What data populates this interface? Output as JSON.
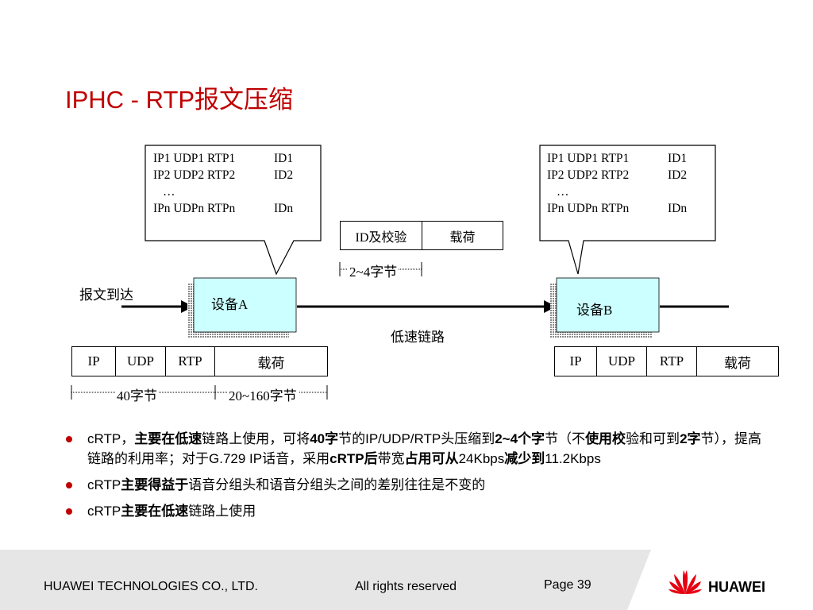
{
  "slide": {
    "title": "IPHC - RTP报文压缩"
  },
  "diagram": {
    "callout_a": {
      "rows": [
        {
          "flow": "IP1 UDP1 RTP1",
          "id": "ID1"
        },
        {
          "flow": "IP2 UDP2 RTP2",
          "id": "ID2"
        },
        {
          "flow": "IPn UDPn RTPn",
          "id": "IDn"
        }
      ],
      "ellipsis": "…"
    },
    "callout_b": {
      "rows": [
        {
          "flow": "IP1 UDP1 RTP1",
          "id": "ID1"
        },
        {
          "flow": "IP2 UDP2 RTP2",
          "id": "ID2"
        },
        {
          "flow": "IPn UDPn RTPn",
          "id": "IDn"
        }
      ],
      "ellipsis": "…"
    },
    "compressed_packet": {
      "header": "ID及校验",
      "payload": "载荷",
      "size": "2~4字节"
    },
    "arrival_label": "报文到达",
    "device_a": "设备A",
    "device_b": "设备B",
    "link_label": "低速链路",
    "packet_a": {
      "fields": [
        "IP",
        "UDP",
        "RTP",
        "载荷"
      ],
      "header_size": "40字节",
      "payload_size": "20~160字节"
    },
    "packet_b": {
      "fields": [
        "IP",
        "UDP",
        "RTP",
        "载荷"
      ]
    }
  },
  "bullets": [
    {
      "segments": [
        {
          "text": "cRTP，",
          "bold": false
        },
        {
          "text": "主要在低速",
          "bold": true
        },
        {
          "text": "链路上使用，可将",
          "bold": false
        },
        {
          "text": "40字",
          "bold": true
        },
        {
          "text": "节的IP/UDP/RTP头压缩到",
          "bold": false
        },
        {
          "text": "2~4个字",
          "bold": true
        },
        {
          "text": "节（不",
          "bold": false
        },
        {
          "text": "使用校",
          "bold": true
        },
        {
          "text": "验和可到",
          "bold": false
        },
        {
          "text": "2字",
          "bold": true
        },
        {
          "text": "节），提高链路的利用率；对于G.729 IP话音，采用",
          "bold": false
        },
        {
          "text": "cRTP后",
          "bold": true
        },
        {
          "text": "带宽",
          "bold": false
        },
        {
          "text": "占用可从",
          "bold": true
        },
        {
          "text": "24Kbps",
          "bold": false
        },
        {
          "text": "减少到",
          "bold": true
        },
        {
          "text": "11.2Kbps",
          "bold": false
        }
      ]
    },
    {
      "segments": [
        {
          "text": "cRTP",
          "bold": false
        },
        {
          "text": "主要得益于",
          "bold": true
        },
        {
          "text": "语音分组头和语音分组头之间的差别往往是不变的",
          "bold": false
        }
      ]
    },
    {
      "segments": [
        {
          "text": "cRTP",
          "bold": false
        },
        {
          "text": "主要在低速",
          "bold": true
        },
        {
          "text": "链路上使用",
          "bold": false
        }
      ]
    }
  ],
  "footer": {
    "company": "HUAWEI TECHNOLOGIES CO., LTD.",
    "rights": "All rights reserved",
    "page": "Page 39",
    "brand": "HUAWEI"
  },
  "colors": {
    "title": "#c00000",
    "bullet": "#c00000",
    "device_fill": "#ccffff",
    "device_shadow": "#9a9a9a",
    "footer_bg": "#e6e6e6",
    "logo": "#e60012"
  }
}
